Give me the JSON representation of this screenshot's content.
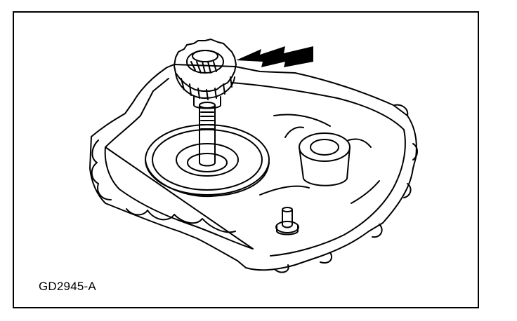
{
  "figure": {
    "id_label": "GD2945-A",
    "line_color": "#000000",
    "background_color": "#ffffff",
    "callout": "arrow-pointing-left-at-gear",
    "components": [
      "transmission-case",
      "gear",
      "shaft",
      "bearing-race",
      "boss",
      "stud-bolt"
    ]
  }
}
